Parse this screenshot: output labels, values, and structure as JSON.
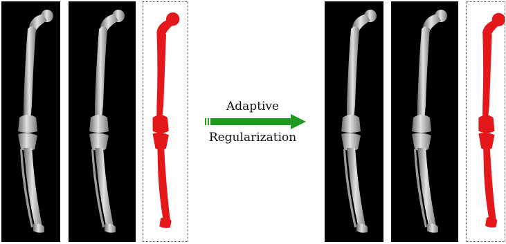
{
  "figure": {
    "arrow_label_line1": "Adaptive",
    "arrow_label_line2": "Regularization"
  },
  "colors": {
    "xray_background": "#000000",
    "bone_gray": "#d8d8d8",
    "segmentation_red": "#e4181b",
    "arrow_green": "#1e9b1e"
  },
  "panels": [
    {
      "group": "before",
      "kind": "xray"
    },
    {
      "group": "before",
      "kind": "xray"
    },
    {
      "group": "before",
      "kind": "segmentation"
    },
    {
      "group": "after",
      "kind": "xray"
    },
    {
      "group": "after",
      "kind": "xray"
    },
    {
      "group": "after",
      "kind": "segmentation"
    }
  ]
}
